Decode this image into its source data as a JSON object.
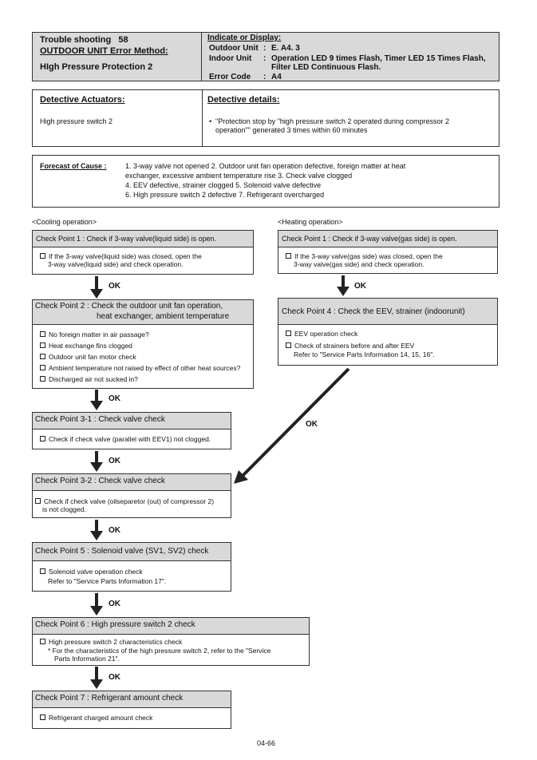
{
  "header": {
    "trouble_label": "Trouble shooting",
    "trouble_number": "58",
    "method": "OUTDOOR UNIT Error Method:",
    "error_name": "HIgh Pressure Protection 2",
    "indicate_title": "Indicate or Display:",
    "outdoor_label": "Outdoor Unit",
    "outdoor_value": "E. A4. 3",
    "indoor_label": "Indoor Unit",
    "indoor_value_1": "Operation LED 9 times Flash, Timer LED 15 Times Flash,",
    "indoor_value_2": "Filter LED Continuous Flash.",
    "error_code_label": "Error Code",
    "error_code_value": "A4",
    "colon": ":"
  },
  "detective": {
    "actuators_title": "Detective Actuators:",
    "actuators_value": "High pressure switch 2",
    "details_title": "Detective details:",
    "details_line1": "\"Protection stop by \"high pressure switch 2 operated during compressor 2",
    "details_line2": "operation\"\" generated 3 times within 60 minutes",
    "bullet": "•"
  },
  "forecast": {
    "title": "Forecast of Cause :",
    "line1": "1. 3-way valve not opened  2. Outdoor unit fan operation defective, foreign matter at heat",
    "line2": "exchanger, excessive ambient temperature rise  3. Check valve clogged",
    "line3": "4. EEV defective, strainer clogged  5. Solenoid valve defective",
    "line4": "6. High pressure switch 2 defective  7. Refrigerant overcharged"
  },
  "sections": {
    "cooling": "<Cooling operation>",
    "heating": "<Heating operation>"
  },
  "ok": "OK",
  "cp1_cool": {
    "title": "Check Point 1 : Check if 3-way valve(liquid side) is open.",
    "line1": "If the 3-way valve(liquid side) was closed, open the",
    "line2": "3-way valve(liquid side) and check operation."
  },
  "cp1_heat": {
    "title": "Check Point 1 : Check if 3-way valve(gas side) is open.",
    "line1": "If the 3-way valve(gas side) was closed, open the",
    "line2": "3-way valve(gas side) and check operation."
  },
  "cp2": {
    "title1": "Check Point 2 : Check the outdoor unit fan operation,",
    "title2": "heat exchanger, ambient temperature",
    "items": [
      "No foreign matter in air passage?",
      "Heat exchange fins clogged",
      "Outdoor unit fan motor check",
      "Ambient temperature not raised by effect of other heat sources?",
      "Discharged air not sucked in?"
    ]
  },
  "cp4": {
    "title": "Check Point 4 : Check the EEV, strainer (indoorunit)",
    "item1": "EEV operation check",
    "item2": "Check of strainers before and after EEV",
    "item2b": "Refer to \"Service Parts Information 14, 15, 16\"."
  },
  "cp31": {
    "title": "Check Point 3-1 : Check valve check",
    "item": "Check if check valve (parallel with EEV1) not clogged."
  },
  "cp32": {
    "title": "Check Point 3-2 : Check valve check",
    "item1": "Check if check valve (oilseparetor (out) of compressor 2)",
    "item2": "is not clogged."
  },
  "cp5": {
    "title": "Check Point 5 : Solenoid valve (SV1, SV2) check",
    "item1": "Solenoid valve operation check",
    "item2": "Refer to \"Service Parts Information 17\"."
  },
  "cp6": {
    "title": "Check Point 6 : High pressure switch 2 check",
    "item1": "High pressure switch 2 characteristics check",
    "item2": "* For the characteristics of the high pressure switch 2, refer to the \"Service",
    "item3": "Parts Information 21\"."
  },
  "cp7": {
    "title": "Check Point 7 : Refrigerant amount check",
    "item": "Refrigerant charged amount check"
  },
  "footer": {
    "page": "04-66"
  }
}
